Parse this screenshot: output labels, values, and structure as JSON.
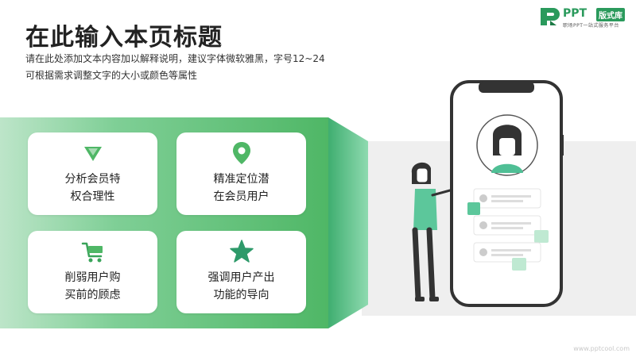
{
  "header": {
    "title": "在此输入本页标题",
    "subtitle_line1": "请在此处添加文本内容加以解释说明，建议字体微软雅黑，字号12~24",
    "subtitle_line2": "可根据需求调整文字的大小或颜色等属性"
  },
  "logo": {
    "brand": "PPT",
    "badge": "版式库",
    "tagline": "职场PPT一站式服务平台"
  },
  "cards": [
    {
      "icon": "diamond-icon",
      "line1": "分析会员特",
      "line2": "权合理性"
    },
    {
      "icon": "location-pin-icon",
      "line1": "精准定位潜",
      "line2": "在会员用户"
    },
    {
      "icon": "shopping-cart-icon",
      "line1": "削弱用户购",
      "line2": "买前的顾虑"
    },
    {
      "icon": "star-icon",
      "line1": "强调用户产出",
      "line2": "功能的导向"
    }
  ],
  "footer": {
    "url": "www.pptcool.com"
  },
  "colors": {
    "accent": "#4fb766",
    "accent_dark": "#2a9a5c",
    "teal": "#5cc79b"
  }
}
